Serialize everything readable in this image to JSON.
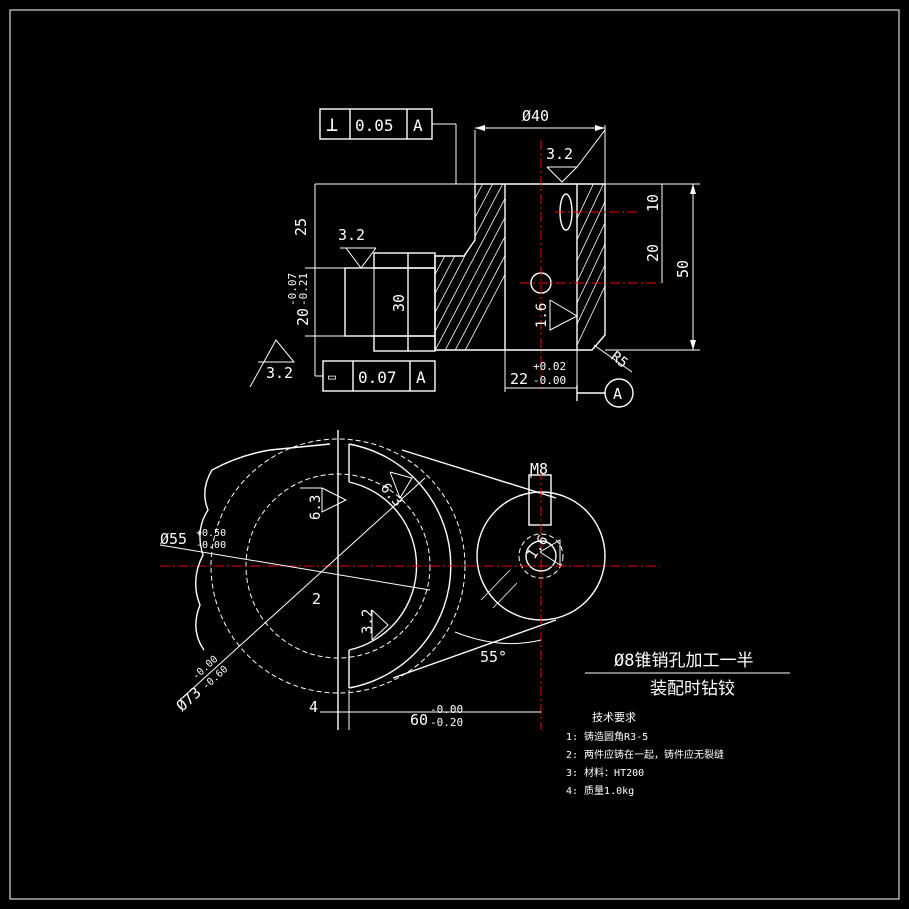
{
  "tolerance_frames": {
    "top": {
      "symbol": "⊥",
      "value": "0.05",
      "datum": "A"
    },
    "bottom": {
      "symbol": "▭",
      "value": "0.07",
      "datum": "A"
    }
  },
  "datum_label": "A",
  "dimensions": {
    "bore_dia": "Ø40",
    "h25": "25",
    "h30": "30",
    "h20_main": "20",
    "h20_tol_upper": "-0.07",
    "h20_tol_lower": "-0.21",
    "h10": "10",
    "h20_right": "20",
    "h50": "50",
    "w22_main": "22",
    "w22_tol_upper": "+0.02",
    "w22_tol_lower": "-0.00",
    "r5": "R5",
    "m8": "M8",
    "d55_main": "Ø55",
    "d55_tol_upper": "+0.50",
    "d55_tol_lower": "-0.00",
    "d73_main": "Ø73",
    "d73_tol_upper": "-0.00",
    "d73_tol_lower": "-0.60",
    "w60_main": "60",
    "w60_tol_upper": "-0.00",
    "w60_tol_lower": "-0.20",
    "gap4": "4",
    "label2": "2",
    "angle55": "55°"
  },
  "roughness": {
    "r32_top": "3.2",
    "r32_left": "3.2",
    "r32_bottom": "3.2",
    "r16_side": "1.6",
    "r63_a": "6.3",
    "r63_b": "6.3",
    "r32_plan": "3.2",
    "r16_plan": "1.6"
  },
  "notes": {
    "note_line1": "Ø8锥销孔加工一半",
    "note_line2": "装配时钻铰"
  },
  "tech_requirements": {
    "title": "技术要求",
    "items": [
      "1: 铸造圆角R3-5",
      "2: 两件应铸在一起，铸件应无裂缝",
      "3: 材料：HT200",
      "4: 质量1.0kg"
    ]
  }
}
